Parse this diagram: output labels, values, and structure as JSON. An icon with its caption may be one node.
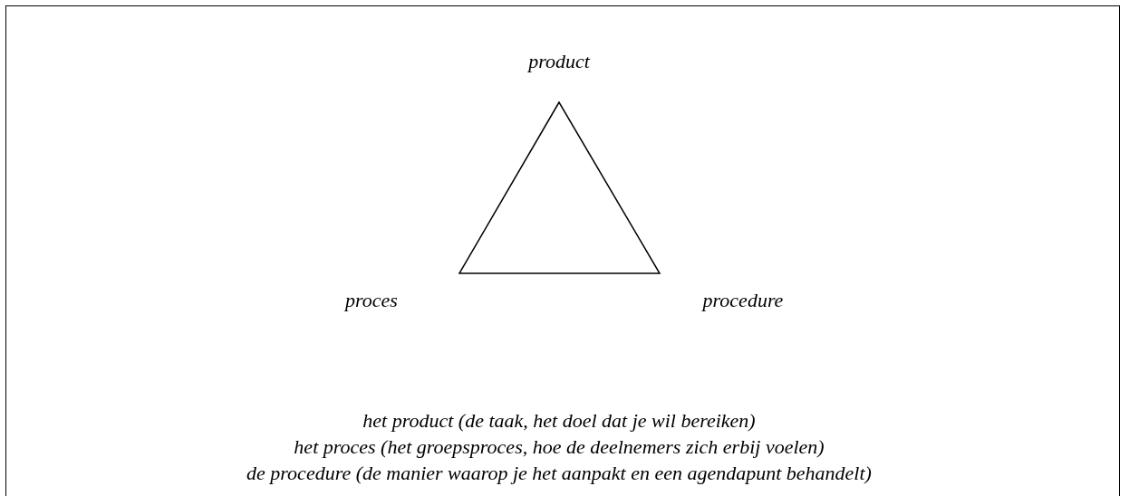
{
  "diagram": {
    "labels": [
      "product",
      "proces",
      "procedure",
      "het product (de taak, het doel dat je wil bereiken)",
      "het proces (het groepsproces, hoe de deelnemers zich erbij voelen)",
      "de procedure (de manier waarop je het aanpakt en een agendapunt behandelt)"
    ]
  }
}
